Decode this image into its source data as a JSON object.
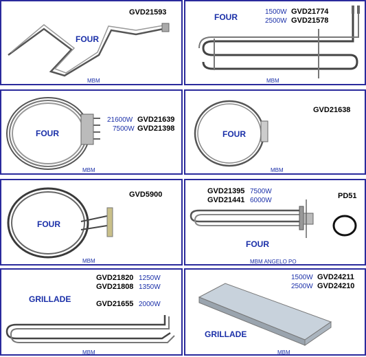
{
  "colors": {
    "border": "#2a2a9c",
    "label_blue": "#1a2fa8",
    "code_black": "#000000"
  },
  "cells": [
    {
      "id": "c1",
      "code": "GVD21593",
      "type": "FOUR",
      "brand": "MBM"
    },
    {
      "id": "c2",
      "lines": [
        {
          "watt": "1500W",
          "code": "GVD21774"
        },
        {
          "watt": "2500W",
          "code": "GVD21578"
        }
      ],
      "type": "FOUR",
      "brand": "MBM"
    },
    {
      "id": "c3",
      "lines": [
        {
          "watt": "21600W",
          "code": "GVD21639"
        },
        {
          "watt": "7500W",
          "code": "GVD21398"
        }
      ],
      "type": "FOUR",
      "brand": "MBM"
    },
    {
      "id": "c4",
      "code": "GVD21638",
      "type": "FOUR",
      "brand": "MBM"
    },
    {
      "id": "c5",
      "code": "GVD5900",
      "type": "FOUR",
      "brand": "MBM"
    },
    {
      "id": "c6",
      "lines": [
        {
          "code": "GVD21395",
          "watt": "7500W"
        },
        {
          "code": "GVD21441",
          "watt": "6000W"
        }
      ],
      "extra_code": "PD51",
      "type": "FOUR",
      "brand": "MBM ANGELO PO"
    },
    {
      "id": "c7",
      "lines": [
        {
          "code": "GVD21820",
          "watt": "1250W"
        },
        {
          "code": "GVD21808",
          "watt": "1350W"
        },
        {
          "code": "GVD21655",
          "watt": "2000W"
        }
      ],
      "type": "GRILLADE",
      "brand": "MBM"
    },
    {
      "id": "c8",
      "lines": [
        {
          "watt": "1500W",
          "code": "GVD24211"
        },
        {
          "watt": "2500W",
          "code": "GVD24210"
        }
      ],
      "type": "GRILLADE",
      "brand": "MBM"
    }
  ]
}
